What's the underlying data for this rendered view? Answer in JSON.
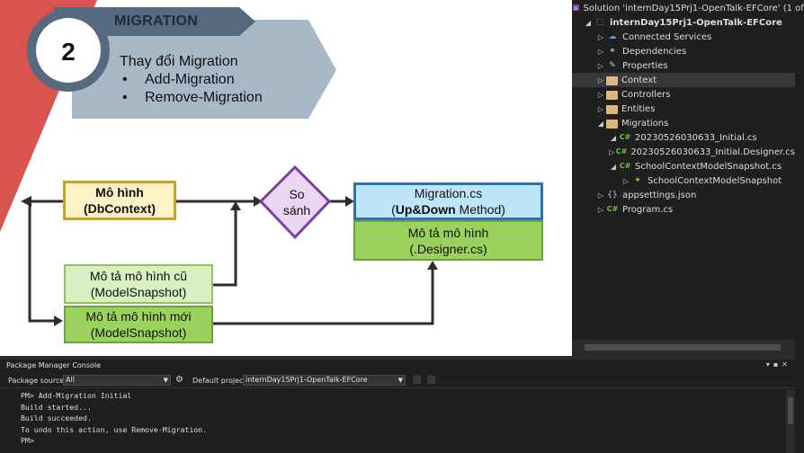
{
  "slide": {
    "title": "MIGRATION",
    "step_number": "2",
    "subtitle": "Thay đổi Migration",
    "bullets": [
      "Add-Migration",
      "Remove-Migration"
    ],
    "bullet_symbol": "•",
    "boxes": {
      "model": {
        "line1": "Mô hình",
        "line2": "(DbContext)"
      },
      "compare": {
        "line1": "So",
        "line2": "sánh"
      },
      "migration": {
        "line1": "Migration.cs",
        "line2_bold": "Up&Down",
        "line2_rest": " Method)",
        "line2_open": "("
      },
      "designer": {
        "line1": "Mô tả mô hình",
        "line2": "(.Designer.cs)"
      },
      "old_snapshot": {
        "line1": "Mô tả mô hình cũ",
        "line2": "(ModelSnapshot)"
      },
      "new_snapshot": {
        "line1": "Mô tả mô hình mới",
        "line2": "(ModelSnapshot)"
      }
    },
    "colors": {
      "red_band": "#d9534f",
      "dark_band": "#566a7f",
      "light_band": "#a9b8c7",
      "diamond_fill": "#e8d6f3",
      "diamond_border": "#7b3fa3",
      "arrow": "#2e2e2e"
    }
  },
  "solution_explorer": {
    "header": "Solution 'internDay15Prj1-OpenTalk-EFCore' (1 of",
    "items": [
      {
        "label": "internDay15Prj1-OpenTalk-EFCore",
        "icon": "project-icon",
        "indent": 0,
        "chevron": "expanded",
        "bold": true
      },
      {
        "label": "Connected Services",
        "icon": "connected-services-icon",
        "indent": 1,
        "chevron": "collapsed"
      },
      {
        "label": "Dependencies",
        "icon": "dependencies-icon",
        "indent": 1,
        "chevron": "collapsed"
      },
      {
        "label": "Properties",
        "icon": "properties-icon",
        "indent": 1,
        "chevron": "collapsed"
      },
      {
        "label": "Context",
        "icon": "folder-icon",
        "indent": 1,
        "chevron": "collapsed",
        "selected": true
      },
      {
        "label": "Controllers",
        "icon": "folder-icon",
        "indent": 1,
        "chevron": "collapsed"
      },
      {
        "label": "Entities",
        "icon": "folder-icon",
        "indent": 1,
        "chevron": "collapsed"
      },
      {
        "label": "Migrations",
        "icon": "folder-icon",
        "indent": 1,
        "chevron": "expanded"
      },
      {
        "label": "20230526030633_Initial.cs",
        "icon": "csharp-file-icon",
        "indent": 2,
        "chevron": "expanded"
      },
      {
        "label": "20230526030633_Initial.Designer.cs",
        "icon": "csharp-file-icon",
        "indent": 3,
        "chevron": "collapsed"
      },
      {
        "label": "SchoolContextModelSnapshot.cs",
        "icon": "csharp-file-icon",
        "indent": 2,
        "chevron": "expanded"
      },
      {
        "label": "SchoolContextModelSnapshot",
        "icon": "class-icon",
        "indent": 3,
        "chevron": "collapsed"
      },
      {
        "label": "appsettings.json",
        "icon": "json-file-icon",
        "indent": 1,
        "chevron": "collapsed"
      },
      {
        "label": "Program.cs",
        "icon": "csharp-file-icon",
        "indent": 1,
        "chevron": "collapsed"
      }
    ]
  },
  "package_manager_console": {
    "title": "Package Manager Console",
    "package_source_label": "Package source:",
    "package_source_value": "All",
    "default_project_label": "Default project:",
    "default_project_value": "internDay15Prj1-OpenTalk-EFCore",
    "lines": [
      "PM> Add-Migration Initial",
      "Build started...",
      "Build succeeded.",
      "To undo this action, use Remove-Migration.",
      "PM>"
    ]
  }
}
